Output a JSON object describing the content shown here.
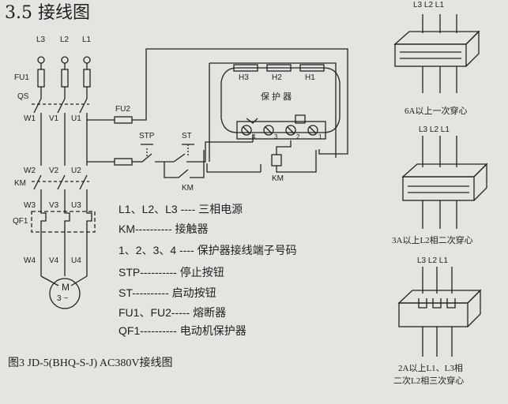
{
  "title": "3.5 接线图",
  "phases": {
    "l3": "L3",
    "l2": "L2",
    "l1": "L1"
  },
  "labels": {
    "fu1": "FU1",
    "qs": "QS",
    "fu2": "FU2",
    "km_left": "KM",
    "qf1": "QF1",
    "w1": "W1",
    "v1": "V1",
    "u1": "U1",
    "w2": "W2",
    "v2": "V2",
    "u2": "U2",
    "w3": "W3",
    "v3": "V3",
    "u3": "U3",
    "w4": "W4",
    "v4": "V4",
    "u4": "U4",
    "motor_m": "M",
    "motor_3": "3 ~",
    "stp": "STP",
    "st": "ST",
    "km_contact": "KM",
    "km_coil": "KM"
  },
  "protector": {
    "name": "保 护 器",
    "h3": "H3",
    "h2": "H2",
    "h1": "H1",
    "t4": "4",
    "t3": "3",
    "t2": "2",
    "t1": "1"
  },
  "legend": [
    {
      "key": "L1、L2、L3 ---- 三相电源"
    },
    {
      "key": "KM---------- 接触器"
    },
    {
      "key": "1、2、3、4 ---- 保护器接线端子号码"
    },
    {
      "key": "STP---------- 停止按钮"
    },
    {
      "key": "ST---------- 启动按钮"
    },
    {
      "key": "FU1、FU2----- 熔断器"
    },
    {
      "key": "QF1---------- 电动机保护器"
    }
  ],
  "caption": "图3 JD-5(BHQ-S-J)   AC380V接线图",
  "right_panels": [
    {
      "phases": "L3 L2 L1",
      "caption": "6A以上一次穿心"
    },
    {
      "phases": "L3 L2 L1",
      "caption": "3A以上L2相二次穿心"
    },
    {
      "phases": "L3 L2 L1",
      "caption1": "2A以上L1、L3相",
      "caption2": "二次L2相三次穿心"
    }
  ]
}
